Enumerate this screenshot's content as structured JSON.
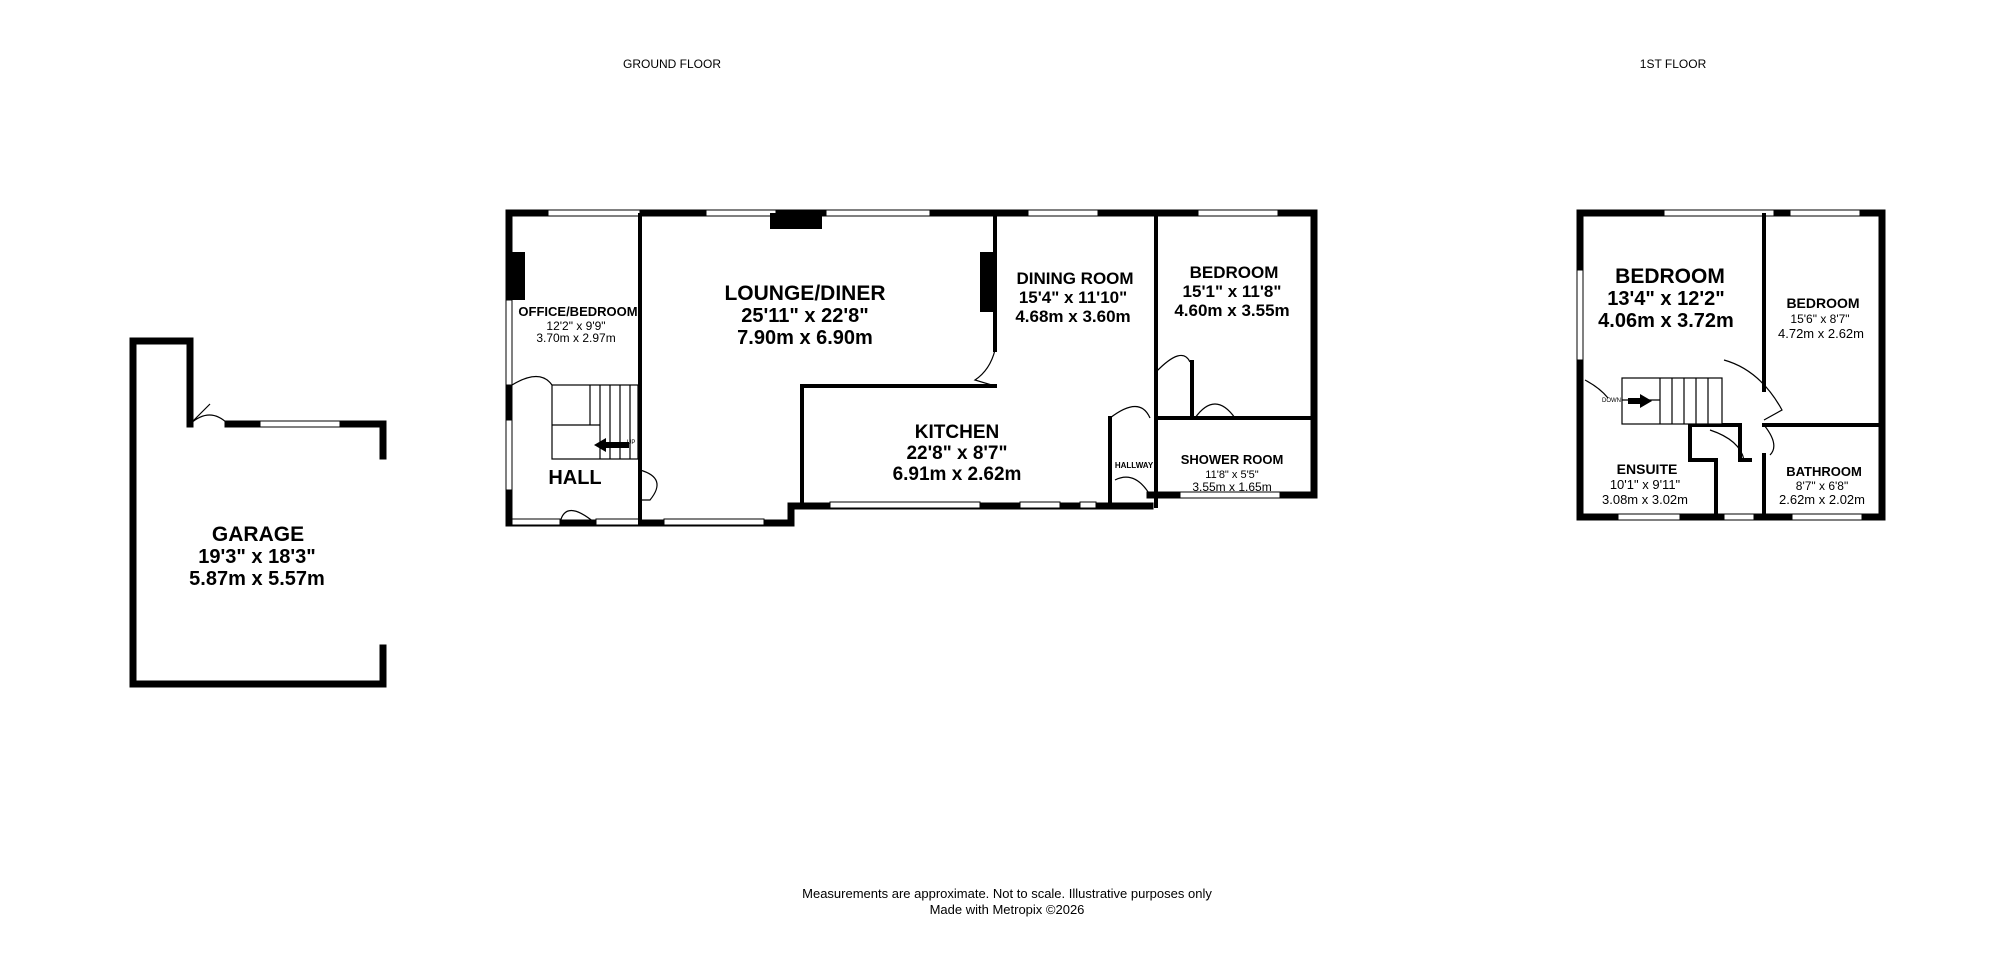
{
  "floors": {
    "ground": "GROUND FLOOR",
    "first": "1ST FLOOR"
  },
  "rooms": {
    "garage": {
      "name": "GARAGE",
      "imperial": "19'3\"  x 18'3\"",
      "metric": "5.87m  x 5.57m"
    },
    "office": {
      "name": "OFFICE/BEDROOM",
      "imperial": "12'2\"  x 9'9\"",
      "metric": "3.70m  x 2.97m"
    },
    "hall": {
      "name": "HALL"
    },
    "lounge": {
      "name": "LOUNGE/DINER",
      "imperial": "25'11\"  x 22'8\"",
      "metric": "7.90m  x 6.90m"
    },
    "dining": {
      "name": "DINING ROOM",
      "imperial": "15'4\"  x 11'10\"",
      "metric": "4.68m  x 3.60m"
    },
    "kitchen": {
      "name": "KITCHEN",
      "imperial": "22'8\"  x 8'7\"",
      "metric": "6.91m  x 2.62m"
    },
    "hallway": {
      "name": "HALLWAY"
    },
    "bedroom_ground": {
      "name": "BEDROOM",
      "imperial": "15'1\"  x 11'8\"",
      "metric": "4.60m  x 3.55m"
    },
    "shower": {
      "name": "SHOWER ROOM",
      "imperial": "11'8\"  x 5'5\"",
      "metric": "3.55m  x 1.65m"
    },
    "bedroom_main": {
      "name": "BEDROOM",
      "imperial": "13'4\"  x 12'2\"",
      "metric": "4.06m  x 3.72m"
    },
    "bedroom_2": {
      "name": "BEDROOM",
      "imperial": "15'6\"  x 8'7\"",
      "metric": "4.72m  x 2.62m"
    },
    "ensuite": {
      "name": "ENSUITE",
      "imperial": "10'1\"  x 9'11\"",
      "metric": "3.08m  x 3.02m"
    },
    "bathroom": {
      "name": "BATHROOM",
      "imperial": "8'7\"  x 6'8\"",
      "metric": "2.62m  x 2.02m"
    }
  },
  "stairs": {
    "up": "UP",
    "down": "DOWN"
  },
  "footer": {
    "line1": "Measurements are approximate.  Not to scale.  Illustrative purposes only",
    "line2": "Made with Metropix ©2026"
  }
}
